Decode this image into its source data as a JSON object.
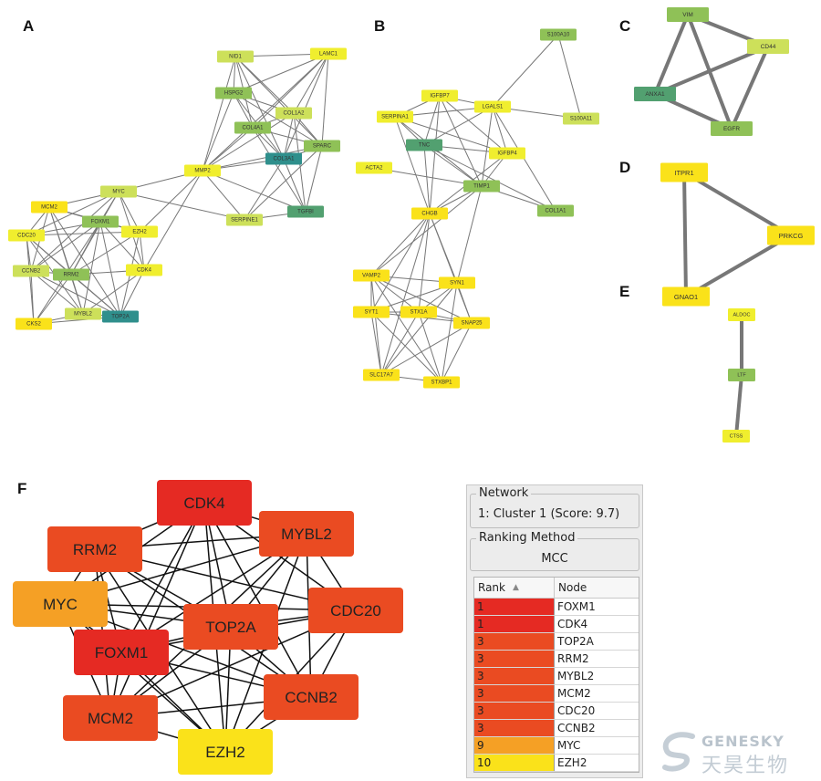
{
  "panels": {
    "A": "A",
    "B": "B",
    "C": "C",
    "D": "D",
    "E": "E",
    "F": "F"
  },
  "colors": {
    "red": "#e52a23",
    "orange_red": "#ea4b22",
    "orange": "#f5a025",
    "yellow": "#fae21a",
    "light_yellow": "#f0ee2e",
    "yellow_green": "#cde05a",
    "green": "#8fc157",
    "teal_green": "#52a070",
    "teal": "#2f8f8c",
    "edge": "#777777"
  },
  "graph_A": {
    "nodes": [
      {
        "id": "NID1",
        "label": "NID1",
        "color": "yellow_green"
      },
      {
        "id": "LAMC1",
        "label": "LAMC1",
        "color": "light_yellow"
      },
      {
        "id": "HSPG2",
        "label": "HSPG2",
        "color": "green"
      },
      {
        "id": "COL1A2",
        "label": "COL1A2",
        "color": "yellow_green"
      },
      {
        "id": "COL4A1",
        "label": "COL4A1",
        "color": "green"
      },
      {
        "id": "SPARC",
        "label": "SPARC",
        "color": "green"
      },
      {
        "id": "COL3A1",
        "label": "COL3A1",
        "color": "teal"
      },
      {
        "id": "MMP2",
        "label": "MMP2",
        "color": "light_yellow"
      },
      {
        "id": "TGFBI",
        "label": "TGFBI",
        "color": "teal_green"
      },
      {
        "id": "SERPINE1",
        "label": "SERPINE1",
        "color": "yellow_green"
      },
      {
        "id": "MYC",
        "label": "MYC",
        "color": "yellow_green"
      },
      {
        "id": "MCM2",
        "label": "MCM2",
        "color": "yellow"
      },
      {
        "id": "FOXM1",
        "label": "FOXM1",
        "color": "green"
      },
      {
        "id": "EZH2",
        "label": "EZH2",
        "color": "light_yellow"
      },
      {
        "id": "CDC20",
        "label": "CDC20",
        "color": "light_yellow"
      },
      {
        "id": "CCNB2",
        "label": "CCNB2",
        "color": "yellow_green"
      },
      {
        "id": "RRM2",
        "label": "RRM2",
        "color": "green"
      },
      {
        "id": "CDK4",
        "label": "CDK4",
        "color": "light_yellow"
      },
      {
        "id": "CKS2",
        "label": "CKS2",
        "color": "yellow"
      },
      {
        "id": "MYBL2",
        "label": "MYBL2",
        "color": "yellow_green"
      },
      {
        "id": "TOP2A",
        "label": "TOP2A",
        "color": "teal"
      }
    ],
    "edges": [
      [
        "NID1",
        "LAMC1"
      ],
      [
        "NID1",
        "HSPG2"
      ],
      [
        "NID1",
        "COL4A1"
      ],
      [
        "NID1",
        "COL1A2"
      ],
      [
        "NID1",
        "SPARC"
      ],
      [
        "NID1",
        "COL3A1"
      ],
      [
        "NID1",
        "MMP2"
      ],
      [
        "LAMC1",
        "HSPG2"
      ],
      [
        "LAMC1",
        "COL4A1"
      ],
      [
        "LAMC1",
        "COL1A2"
      ],
      [
        "LAMC1",
        "SPARC"
      ],
      [
        "LAMC1",
        "COL3A1"
      ],
      [
        "LAMC1",
        "MMP2"
      ],
      [
        "HSPG2",
        "COL4A1"
      ],
      [
        "HSPG2",
        "COL1A2"
      ],
      [
        "HSPG2",
        "SPARC"
      ],
      [
        "HSPG2",
        "COL3A1"
      ],
      [
        "HSPG2",
        "MMP2"
      ],
      [
        "COL1A2",
        "COL4A1"
      ],
      [
        "COL1A2",
        "SPARC"
      ],
      [
        "COL1A2",
        "COL3A1"
      ],
      [
        "COL1A2",
        "MMP2"
      ],
      [
        "COL1A2",
        "TGFBI"
      ],
      [
        "COL4A1",
        "SPARC"
      ],
      [
        "COL4A1",
        "COL3A1"
      ],
      [
        "COL4A1",
        "MMP2"
      ],
      [
        "COL4A1",
        "TGFBI"
      ],
      [
        "SPARC",
        "COL3A1"
      ],
      [
        "SPARC",
        "TGFBI"
      ],
      [
        "SPARC",
        "MMP2"
      ],
      [
        "SPARC",
        "SERPINE1"
      ],
      [
        "COL3A1",
        "MMP2"
      ],
      [
        "COL3A1",
        "TGFBI"
      ],
      [
        "COL3A1",
        "SERPINE1"
      ],
      [
        "MMP2",
        "TGFBI"
      ],
      [
        "MMP2",
        "SERPINE1"
      ],
      [
        "MMP2",
        "MYC"
      ],
      [
        "MMP2",
        "EZH2"
      ],
      [
        "MMP2",
        "CDK4"
      ],
      [
        "TGFBI",
        "SERPINE1"
      ],
      [
        "SERPINE1",
        "MYC"
      ],
      [
        "MYC",
        "MCM2"
      ],
      [
        "MYC",
        "FOXM1"
      ],
      [
        "MYC",
        "EZH2"
      ],
      [
        "MYC",
        "CDK4"
      ],
      [
        "MYC",
        "CCNB2"
      ],
      [
        "MYC",
        "RRM2"
      ],
      [
        "MYC",
        "CDC20"
      ],
      [
        "MCM2",
        "FOXM1"
      ],
      [
        "MCM2",
        "CDC20"
      ],
      [
        "MCM2",
        "CCNB2"
      ],
      [
        "MCM2",
        "RRM2"
      ],
      [
        "MCM2",
        "TOP2A"
      ],
      [
        "MCM2",
        "MYBL2"
      ],
      [
        "MCM2",
        "EZH2"
      ],
      [
        "FOXM1",
        "EZH2"
      ],
      [
        "FOXM1",
        "CDC20"
      ],
      [
        "FOXM1",
        "CCNB2"
      ],
      [
        "FOXM1",
        "RRM2"
      ],
      [
        "FOXM1",
        "CDK4"
      ],
      [
        "FOXM1",
        "MYBL2"
      ],
      [
        "FOXM1",
        "TOP2A"
      ],
      [
        "FOXM1",
        "CKS2"
      ],
      [
        "EZH2",
        "RRM2"
      ],
      [
        "EZH2",
        "CDK4"
      ],
      [
        "EZH2",
        "TOP2A"
      ],
      [
        "EZH2",
        "CDC20"
      ],
      [
        "CDC20",
        "CCNB2"
      ],
      [
        "CDC20",
        "RRM2"
      ],
      [
        "CDC20",
        "CKS2"
      ],
      [
        "CDC20",
        "MYBL2"
      ],
      [
        "CDC20",
        "TOP2A"
      ],
      [
        "CCNB2",
        "RRM2"
      ],
      [
        "CCNB2",
        "CKS2"
      ],
      [
        "CCNB2",
        "MYBL2"
      ],
      [
        "CCNB2",
        "TOP2A"
      ],
      [
        "RRM2",
        "CDK4"
      ],
      [
        "RRM2",
        "MYBL2"
      ],
      [
        "RRM2",
        "TOP2A"
      ],
      [
        "RRM2",
        "CKS2"
      ],
      [
        "CDK4",
        "MYBL2"
      ],
      [
        "CDK4",
        "TOP2A"
      ],
      [
        "CKS2",
        "MYBL2"
      ],
      [
        "CKS2",
        "TOP2A"
      ],
      [
        "MYBL2",
        "TOP2A"
      ]
    ]
  },
  "graph_B": {
    "nodes": [
      {
        "id": "S100A10",
        "label": "S100A10",
        "color": "green"
      },
      {
        "id": "IGFBP7",
        "label": "IGFBP7",
        "color": "light_yellow"
      },
      {
        "id": "LGALS1",
        "label": "LGALS1",
        "color": "light_yellow"
      },
      {
        "id": "SERPINA1",
        "label": "SERPINA1",
        "color": "light_yellow"
      },
      {
        "id": "S100A11",
        "label": "S100A11",
        "color": "yellow_green"
      },
      {
        "id": "TNC",
        "label": "TNC",
        "color": "teal_green"
      },
      {
        "id": "IGFBP4",
        "label": "IGFBP4",
        "color": "light_yellow"
      },
      {
        "id": "ACTA2",
        "label": "ACTA2",
        "color": "light_yellow"
      },
      {
        "id": "TIMP1",
        "label": "TIMP1",
        "color": "green"
      },
      {
        "id": "COL1A1",
        "label": "COL1A1",
        "color": "green"
      },
      {
        "id": "CHGB",
        "label": "CHGB",
        "color": "yellow"
      },
      {
        "id": "VAMP2",
        "label": "VAMP2",
        "color": "yellow"
      },
      {
        "id": "SYN1",
        "label": "SYN1",
        "color": "yellow"
      },
      {
        "id": "SYT1",
        "label": "SYT1",
        "color": "yellow"
      },
      {
        "id": "STX1A",
        "label": "STX1A",
        "color": "yellow"
      },
      {
        "id": "SNAP25",
        "label": "SNAP25",
        "color": "yellow"
      },
      {
        "id": "SLC17A7",
        "label": "SLC17A7",
        "color": "yellow"
      },
      {
        "id": "STXBP1",
        "label": "STXBP1",
        "color": "yellow"
      }
    ],
    "edges": [
      [
        "S100A10",
        "LGALS1"
      ],
      [
        "S100A10",
        "S100A11"
      ],
      [
        "IGFBP7",
        "LGALS1"
      ],
      [
        "IGFBP7",
        "SERPINA1"
      ],
      [
        "IGFBP7",
        "TNC"
      ],
      [
        "IGFBP7",
        "IGFBP4"
      ],
      [
        "IGFBP7",
        "TIMP1"
      ],
      [
        "IGFBP7",
        "CHGB"
      ],
      [
        "LGALS1",
        "SERPINA1"
      ],
      [
        "LGALS1",
        "S100A11"
      ],
      [
        "LGALS1",
        "TNC"
      ],
      [
        "LGALS1",
        "IGFBP4"
      ],
      [
        "LGALS1",
        "TIMP1"
      ],
      [
        "LGALS1",
        "COL1A1"
      ],
      [
        "SERPINA1",
        "TNC"
      ],
      [
        "SERPINA1",
        "TIMP1"
      ],
      [
        "SERPINA1",
        "CHGB"
      ],
      [
        "SERPINA1",
        "IGFBP4"
      ],
      [
        "TNC",
        "IGFBP4"
      ],
      [
        "TNC",
        "TIMP1"
      ],
      [
        "TNC",
        "COL1A1"
      ],
      [
        "TNC",
        "CHGB"
      ],
      [
        "IGFBP4",
        "TIMP1"
      ],
      [
        "IGFBP4",
        "CHGB"
      ],
      [
        "ACTA2",
        "TIMP1"
      ],
      [
        "TIMP1",
        "COL1A1"
      ],
      [
        "TIMP1",
        "CHGB"
      ],
      [
        "TIMP1",
        "SYN1"
      ],
      [
        "TIMP1",
        "VAMP2"
      ],
      [
        "CHGB",
        "VAMP2"
      ],
      [
        "CHGB",
        "SYN1"
      ],
      [
        "CHGB",
        "SYT1"
      ],
      [
        "CHGB",
        "STX1A"
      ],
      [
        "CHGB",
        "SNAP25"
      ],
      [
        "CHGB",
        "SLC17A7"
      ],
      [
        "VAMP2",
        "SYN1"
      ],
      [
        "VAMP2",
        "SYT1"
      ],
      [
        "VAMP2",
        "STX1A"
      ],
      [
        "VAMP2",
        "SNAP25"
      ],
      [
        "VAMP2",
        "SLC17A7"
      ],
      [
        "VAMP2",
        "STXBP1"
      ],
      [
        "SYN1",
        "SYT1"
      ],
      [
        "SYN1",
        "STX1A"
      ],
      [
        "SYN1",
        "SNAP25"
      ],
      [
        "SYN1",
        "SLC17A7"
      ],
      [
        "SYN1",
        "STXBP1"
      ],
      [
        "SYT1",
        "STX1A"
      ],
      [
        "SYT1",
        "SNAP25"
      ],
      [
        "SYT1",
        "SLC17A7"
      ],
      [
        "SYT1",
        "STXBP1"
      ],
      [
        "STX1A",
        "SNAP25"
      ],
      [
        "STX1A",
        "SLC17A7"
      ],
      [
        "STX1A",
        "STXBP1"
      ],
      [
        "SNAP25",
        "SLC17A7"
      ],
      [
        "SNAP25",
        "STXBP1"
      ],
      [
        "SLC17A7",
        "STXBP1"
      ]
    ]
  },
  "graph_C": {
    "nodes": [
      {
        "id": "VIM",
        "label": "VIM",
        "color": "green"
      },
      {
        "id": "CD44",
        "label": "CD44",
        "color": "yellow_green"
      },
      {
        "id": "ANXA1",
        "label": "ANXA1",
        "color": "teal_green"
      },
      {
        "id": "EGFR",
        "label": "EGFR",
        "color": "green"
      }
    ],
    "edges": [
      [
        "VIM",
        "CD44"
      ],
      [
        "VIM",
        "ANXA1"
      ],
      [
        "VIM",
        "EGFR"
      ],
      [
        "CD44",
        "ANXA1"
      ],
      [
        "CD44",
        "EGFR"
      ],
      [
        "ANXA1",
        "EGFR"
      ]
    ]
  },
  "graph_D": {
    "nodes": [
      {
        "id": "ITPR1",
        "label": "ITPR1",
        "color": "yellow"
      },
      {
        "id": "PRKCG",
        "label": "PRKCG",
        "color": "yellow"
      },
      {
        "id": "GNAO1",
        "label": "GNAO1",
        "color": "yellow"
      }
    ],
    "edges": [
      [
        "ITPR1",
        "PRKCG"
      ],
      [
        "ITPR1",
        "GNAO1"
      ],
      [
        "PRKCG",
        "GNAO1"
      ]
    ]
  },
  "graph_E": {
    "nodes": [
      {
        "id": "ALDOC",
        "label": "ALDOC",
        "color": "light_yellow"
      },
      {
        "id": "LTF",
        "label": "LTF",
        "color": "green"
      },
      {
        "id": "CTSS",
        "label": "CTSS",
        "color": "light_yellow"
      }
    ],
    "edges": [
      [
        "ALDOC",
        "LTF"
      ],
      [
        "LTF",
        "CTSS"
      ]
    ]
  },
  "graph_F": {
    "nodes": [
      {
        "id": "CDK4",
        "label": "CDK4",
        "color": "red"
      },
      {
        "id": "RRM2",
        "label": "RRM2",
        "color": "orange_red"
      },
      {
        "id": "MYBL2",
        "label": "MYBL2",
        "color": "orange_red"
      },
      {
        "id": "MYC",
        "label": "MYC",
        "color": "orange"
      },
      {
        "id": "TOP2A",
        "label": "TOP2A",
        "color": "orange_red"
      },
      {
        "id": "CDC20",
        "label": "CDC20",
        "color": "orange_red"
      },
      {
        "id": "FOXM1",
        "label": "FOXM1",
        "color": "red"
      },
      {
        "id": "CCNB2",
        "label": "CCNB2",
        "color": "orange_red"
      },
      {
        "id": "MCM2",
        "label": "MCM2",
        "color": "orange_red"
      },
      {
        "id": "EZH2",
        "label": "EZH2",
        "color": "yellow"
      }
    ],
    "edges": [
      [
        "CDK4",
        "RRM2"
      ],
      [
        "CDK4",
        "MYBL2"
      ],
      [
        "CDK4",
        "MYC"
      ],
      [
        "CDK4",
        "TOP2A"
      ],
      [
        "CDK4",
        "CDC20"
      ],
      [
        "CDK4",
        "FOXM1"
      ],
      [
        "CDK4",
        "CCNB2"
      ],
      [
        "CDK4",
        "MCM2"
      ],
      [
        "CDK4",
        "EZH2"
      ],
      [
        "RRM2",
        "MYBL2"
      ],
      [
        "RRM2",
        "MYC"
      ],
      [
        "RRM2",
        "TOP2A"
      ],
      [
        "RRM2",
        "CDC20"
      ],
      [
        "RRM2",
        "FOXM1"
      ],
      [
        "RRM2",
        "CCNB2"
      ],
      [
        "RRM2",
        "MCM2"
      ],
      [
        "RRM2",
        "EZH2"
      ],
      [
        "MYBL2",
        "MYC"
      ],
      [
        "MYBL2",
        "TOP2A"
      ],
      [
        "MYBL2",
        "CDC20"
      ],
      [
        "MYBL2",
        "FOXM1"
      ],
      [
        "MYBL2",
        "CCNB2"
      ],
      [
        "MYBL2",
        "MCM2"
      ],
      [
        "MYBL2",
        "EZH2"
      ],
      [
        "MYC",
        "TOP2A"
      ],
      [
        "MYC",
        "CDC20"
      ],
      [
        "MYC",
        "FOXM1"
      ],
      [
        "MYC",
        "CCNB2"
      ],
      [
        "MYC",
        "MCM2"
      ],
      [
        "MYC",
        "EZH2"
      ],
      [
        "TOP2A",
        "CDC20"
      ],
      [
        "TOP2A",
        "FOXM1"
      ],
      [
        "TOP2A",
        "CCNB2"
      ],
      [
        "TOP2A",
        "MCM2"
      ],
      [
        "TOP2A",
        "EZH2"
      ],
      [
        "CDC20",
        "FOXM1"
      ],
      [
        "CDC20",
        "CCNB2"
      ],
      [
        "CDC20",
        "MCM2"
      ],
      [
        "CDC20",
        "EZH2"
      ],
      [
        "FOXM1",
        "CCNB2"
      ],
      [
        "FOXM1",
        "MCM2"
      ],
      [
        "FOXM1",
        "EZH2"
      ],
      [
        "CCNB2",
        "MCM2"
      ],
      [
        "CCNB2",
        "EZH2"
      ],
      [
        "MCM2",
        "EZH2"
      ]
    ]
  },
  "ranking_panel": {
    "network_title": "Network",
    "network_value": "1: Cluster 1 (Score: 9.7)",
    "method_title": "Ranking Method",
    "method_value": "MCC",
    "col_rank": "Rank",
    "col_node": "Node",
    "rows": [
      {
        "rank": "1",
        "node": "FOXM1",
        "color": "#e52a23"
      },
      {
        "rank": "1",
        "node": "CDK4",
        "color": "#e52a23"
      },
      {
        "rank": "3",
        "node": "TOP2A",
        "color": "#ea4b22"
      },
      {
        "rank": "3",
        "node": "RRM2",
        "color": "#ea4b22"
      },
      {
        "rank": "3",
        "node": "MYBL2",
        "color": "#ea4b22"
      },
      {
        "rank": "3",
        "node": "MCM2",
        "color": "#ea4b22"
      },
      {
        "rank": "3",
        "node": "CDC20",
        "color": "#ea4b22"
      },
      {
        "rank": "3",
        "node": "CCNB2",
        "color": "#ea4b22"
      },
      {
        "rank": "9",
        "node": "MYC",
        "color": "#f5a025"
      },
      {
        "rank": "10",
        "node": "EZH2",
        "color": "#fae21a"
      }
    ]
  },
  "logo": {
    "en": "GENESKY",
    "cn": "天昊生物"
  }
}
